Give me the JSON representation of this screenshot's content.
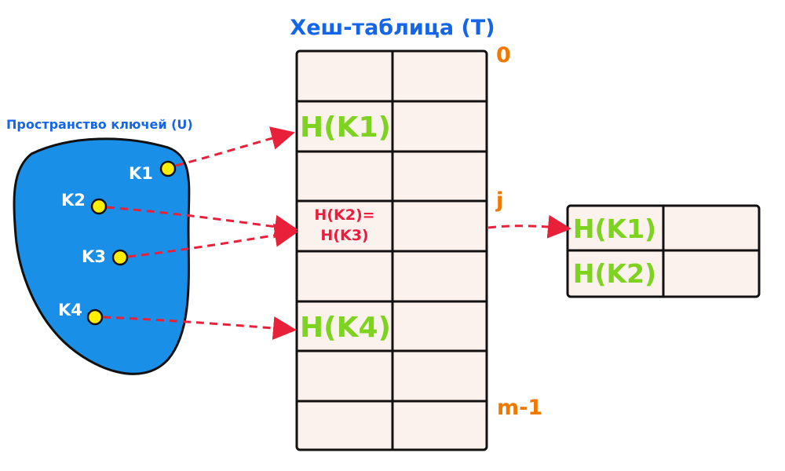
{
  "diagram": {
    "title": "Хеш-таблица (T)",
    "key_space_label": "Пространство ключей (U)",
    "keys": [
      "K1",
      "K2",
      "K3",
      "K4"
    ],
    "index_labels": {
      "first": "0",
      "middle": "j",
      "last": "m-1"
    },
    "table_entries": {
      "h_k1": "H(K1)",
      "collision_line1": "H(K2)=",
      "collision_line2": "H(K3)",
      "h_k4": "H(K4)"
    },
    "chain_entries": [
      "H(K1)",
      "H(K2)"
    ],
    "colors": {
      "title": "#1565e8",
      "key_space_fill": "#1a8fe8",
      "key_dot": "#ffee00",
      "index_label": "#f07800",
      "hash_green": "#7ed321",
      "collision_red": "#ee1b3c",
      "arrow": "#e8203a",
      "cell_fill": "#fbf1ed",
      "stroke": "#111111"
    }
  }
}
